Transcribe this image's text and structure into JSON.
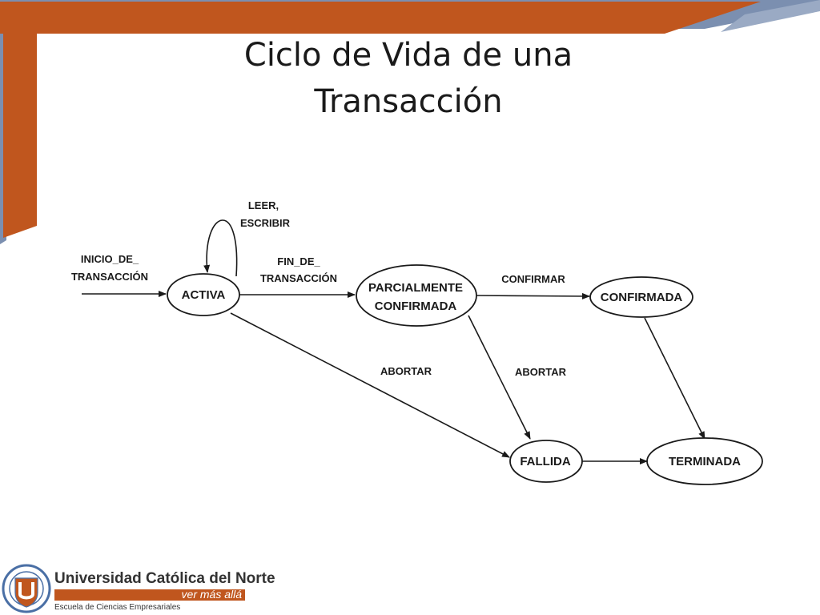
{
  "slide": {
    "title_line1": "Ciclo de Vida de una",
    "title_line2": "Transacción"
  },
  "diagram": {
    "states": {
      "activa": "ACTIVA",
      "parcial_line1": "PARCIALMENTE",
      "parcial_line2": "CONFIRMADA",
      "confirmada": "CONFIRMADA",
      "fallida": "FALLIDA",
      "terminada": "TERMINADA"
    },
    "transitions": {
      "inicio_line1": "INICIO_DE_",
      "inicio_line2": "TRANSACCIÓN",
      "leer_line1": "LEER,",
      "leer_line2": "ESCRIBIR",
      "fin_line1": "FIN_DE_",
      "fin_line2": "TRANSACCIÓN",
      "confirmar": "CONFIRMAR",
      "abortar_1": "ABORTAR",
      "abortar_2": "ABORTAR"
    }
  },
  "footer": {
    "university": "Universidad Católica del Norte",
    "slogan": "ver más allá",
    "school": "Escuela de Ciencias Empresariales"
  },
  "colors": {
    "accent_orange": "#c0561e",
    "accent_blue": "#7b8fb0"
  }
}
